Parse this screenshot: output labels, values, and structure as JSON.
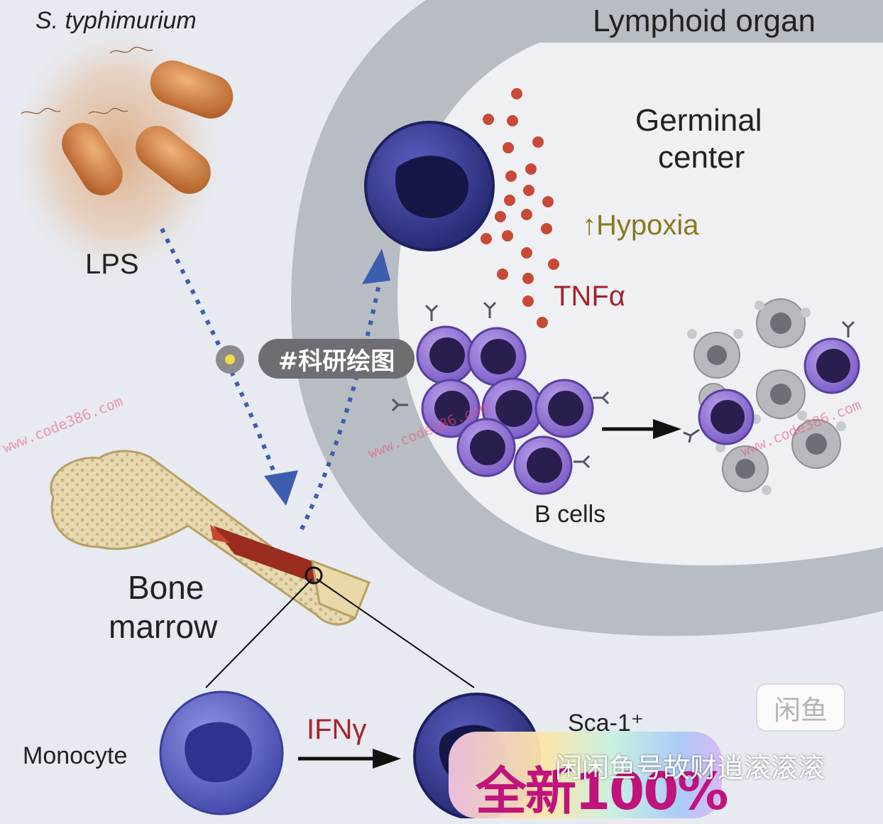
{
  "labels": {
    "bacteria": "S. typhimurium",
    "lymphoid_organ": "Lymphoid organ",
    "germinal_center_line1": "Germinal",
    "germinal_center_line2": "center",
    "hypoxia": "↑Hypoxia",
    "lps": "LPS",
    "tnf": "TNFα",
    "b_cells": "B cells",
    "bone_marrow_line1": "Bone",
    "bone_marrow_line2": "marrow",
    "monocyte": "Monocyte",
    "ifn": "IFNγ",
    "sca1": "Sca-1⁺"
  },
  "overlays": {
    "tag": "#科研绘图",
    "watermark": "www.code386.com",
    "promo": "全新100%",
    "shop": "闲闲鱼号故财逍滚滚滚"
  },
  "colors": {
    "organ_ring": "#b8bcc3",
    "germinal": "#eef0f4",
    "arrow": "#3d5dae",
    "tnf_dots": "#c84a36",
    "hypoxia": "#8a7a1c",
    "label_red": "#a5232b",
    "bacteria": "#c9743a",
    "b_cell": "#8b6ad0",
    "monocyte": "#5d62c8"
  }
}
